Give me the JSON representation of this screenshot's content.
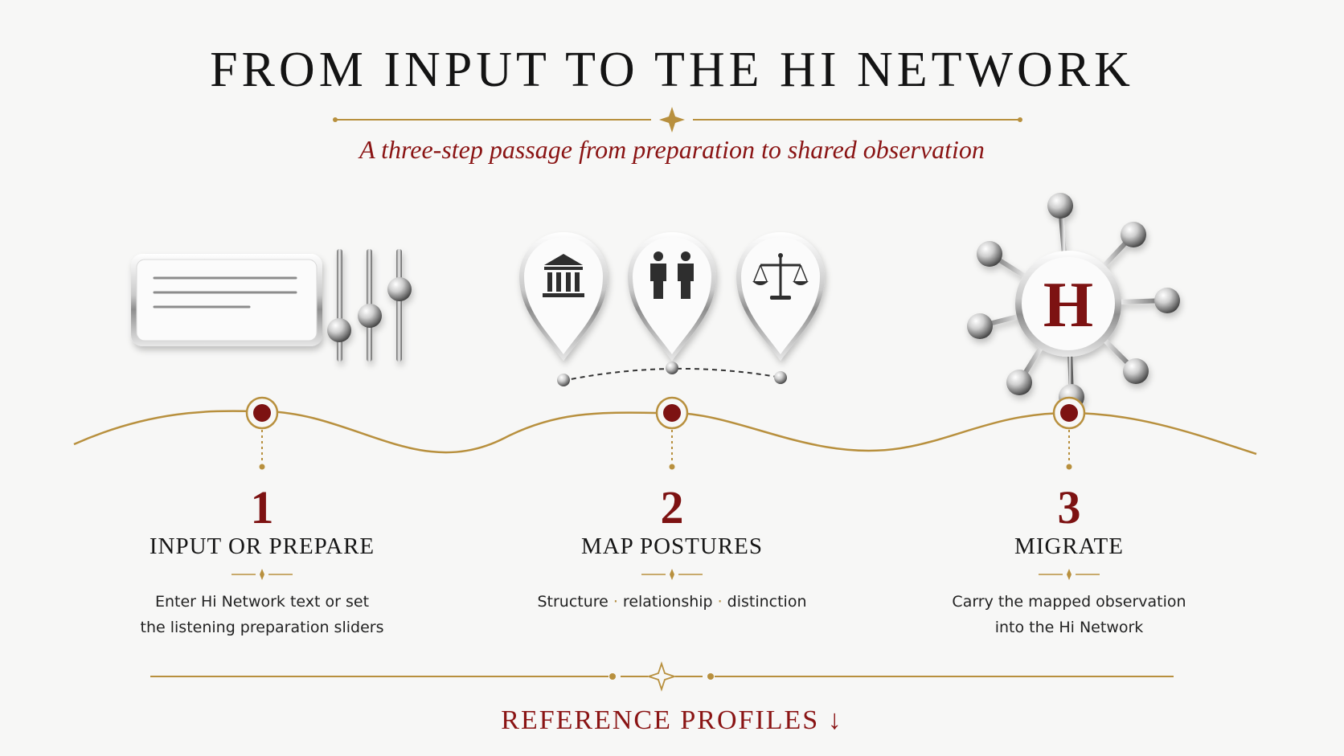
{
  "header": {
    "title": "FROM INPUT TO THE HI NETWORK",
    "subtitle": "A three-step passage from preparation to shared observation"
  },
  "steps": [
    {
      "number": "1",
      "title": "INPUT OR PREPARE",
      "description_lines": [
        "Enter Hi Network text or set",
        "the listening preparation sliders"
      ]
    },
    {
      "number": "2",
      "title": "MAP POSTURES",
      "description_parts": [
        "Structure",
        "relationship",
        "distinction"
      ],
      "separator": "·"
    },
    {
      "number": "3",
      "title": "MIGRATE",
      "description_lines": [
        "Carry the mapped observation",
        "into the Hi Network"
      ]
    }
  ],
  "hub_letter": "H",
  "footer": {
    "link_label": "REFERENCE PROFILES ↓"
  },
  "colors": {
    "accent": "#8a1414",
    "gold": "#b8903e",
    "text": "#141414",
    "background": "#f7f7f6"
  },
  "icons": {
    "step1": [
      "text-input-card-icon",
      "slider-icon"
    ],
    "step2": [
      "institution-pin-icon",
      "people-pin-icon",
      "scales-pin-icon"
    ],
    "step3": [
      "hub-network-icon"
    ]
  }
}
